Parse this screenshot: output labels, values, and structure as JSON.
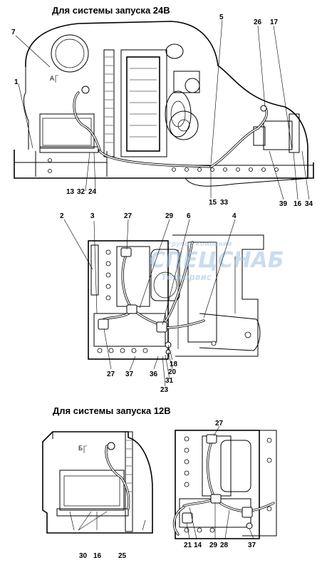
{
  "titles": {
    "top": "Для системы запуска 24В",
    "bottom": "Для системы запуска 12В"
  },
  "watermark": {
    "line1": "группа компаний",
    "line2": "СПЕЦСНАБ",
    "line3": "Техсервис"
  },
  "view_marks": {
    "a": "А",
    "b": "Б"
  },
  "callouts_top": [
    "7",
    "1",
    "5",
    "26",
    "17",
    "13",
    "32",
    "24",
    "15",
    "33",
    "39",
    "16",
    "34"
  ],
  "callouts_middle": [
    "2",
    "3",
    "27",
    "29",
    "6",
    "4",
    "18",
    "20",
    "31",
    "23",
    "27",
    "37",
    "36"
  ],
  "callouts_bottom_left": [
    "30",
    "16",
    "25"
  ],
  "callouts_bottom_right": [
    "27",
    "21",
    "14",
    "29",
    "28",
    "37"
  ],
  "colors": {
    "line": "#000000",
    "background": "#ffffff",
    "watermark": "#9fc3e3"
  }
}
